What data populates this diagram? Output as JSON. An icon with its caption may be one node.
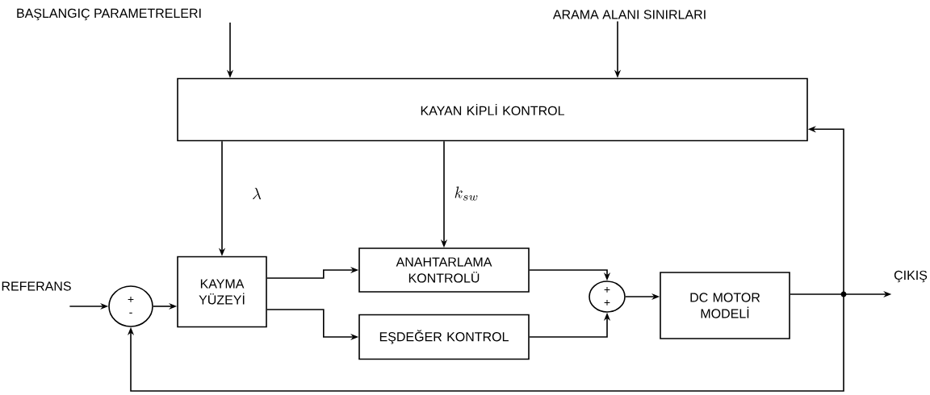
{
  "diagram": {
    "nodes": [
      {
        "text": [
          "BAŞLANGIÇ PARAMETRELERI"
        ]
      },
      {
        "text": [
          "ARAMA ALANI SINIRLARI"
        ]
      },
      {
        "text": [
          "KAYAN KİPLİ KONTROL"
        ]
      },
      {
        "text": [
          "REFERANS"
        ]
      },
      {
        "text": [
          "+",
          "-"
        ]
      },
      {
        "text": [
          "KAYMA YÜZEYİ"
        ]
      },
      {
        "text": [
          "ANAHTARLAMA KONTROLÜ"
        ]
      },
      {
        "text": [
          "EŞDEĞER KONTROL"
        ]
      },
      {
        "text": [
          "+",
          "+"
        ]
      },
      {
        "text": [
          "DC MOTOR MODELİ"
        ]
      },
      {
        "text": [],
        "shape": "circle"
      },
      {
        "text": [
          "ÇIKIŞ"
        ]
      }
    ],
    "edges": [
      {
        "from": 0,
        "to": 2,
        "arrow": "to"
      },
      {
        "from": 1,
        "to": 2,
        "arrow": "to"
      },
      {
        "from": 2,
        "to": 5,
        "arrow": "to",
        "label": "\\lambda"
      },
      {
        "from": 2,
        "to": 6,
        "arrow": "to",
        "label": "k_{sw}"
      },
      {
        "from": 3,
        "to": 4,
        "arrow": "to"
      },
      {
        "from": 4,
        "to": 5,
        "arrow": "to"
      },
      {
        "from": 5,
        "to": 6,
        "arrow": "to"
      },
      {
        "from": 5,
        "to": 7,
        "arrow": "to"
      },
      {
        "from": 6,
        "to": 8,
        "arrow": "to"
      },
      {
        "from": 7,
        "to": 8,
        "arrow": "to"
      },
      {
        "from": 8,
        "to": 9,
        "arrow": "to"
      },
      {
        "from": 9,
        "to": 10,
        "arrow": "none"
      },
      {
        "from": 10,
        "to": 11,
        "arrow": "to"
      },
      {
        "from": 10,
        "to": 2,
        "arrow": "to"
      },
      {
        "from": 10,
        "to": 4,
        "arrow": "to"
      }
    ]
  }
}
